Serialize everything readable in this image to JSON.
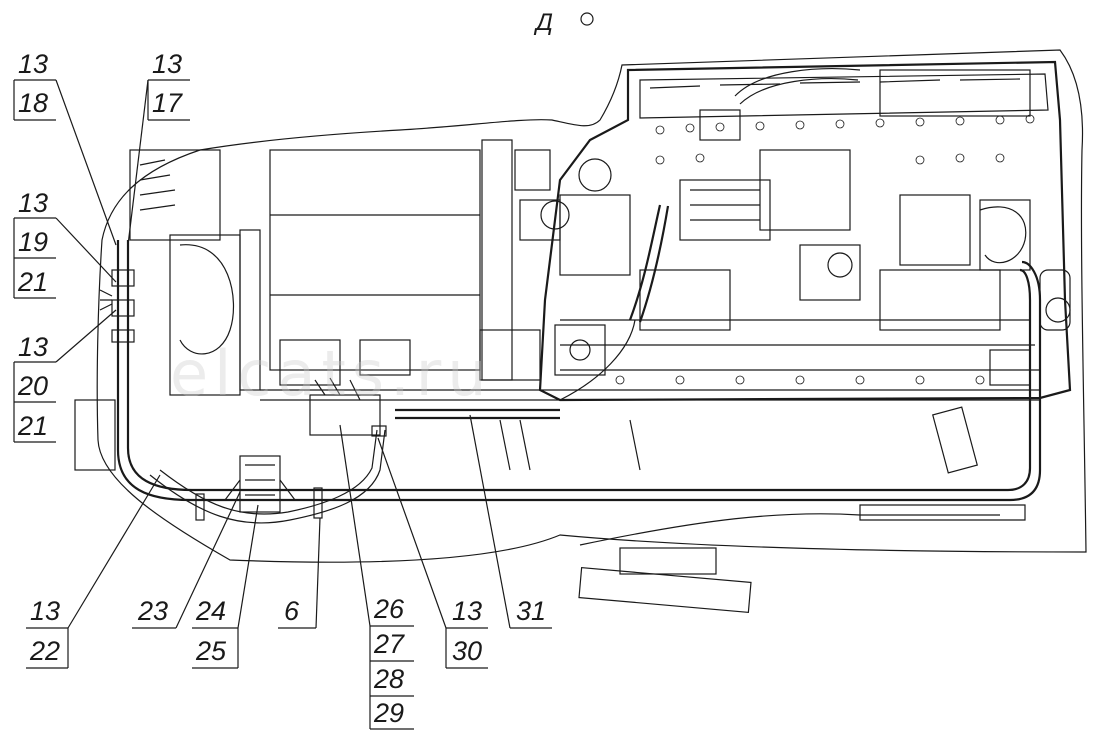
{
  "view_label": "Д",
  "callouts": {
    "c13_18": {
      "top": "13",
      "bottom": "18"
    },
    "c13_17": {
      "top": "13",
      "bottom": "17"
    },
    "c13_19_21": {
      "top": "13",
      "mid": "19",
      "bottom": "21"
    },
    "c13_20_21": {
      "top": "13",
      "mid": "20",
      "bottom": "21"
    },
    "c13_22": {
      "top": "13",
      "bottom": "22"
    },
    "c23": {
      "top": "23"
    },
    "c24_25": {
      "top": "24",
      "bottom": "25"
    },
    "c6": {
      "top": "6"
    },
    "c26_29": {
      "l1": "26",
      "l2": "27",
      "l3": "28",
      "l4": "29"
    },
    "c13_30": {
      "top": "13",
      "bottom": "30"
    },
    "c31": {
      "top": "31"
    }
  },
  "watermark": "elcats.ru"
}
